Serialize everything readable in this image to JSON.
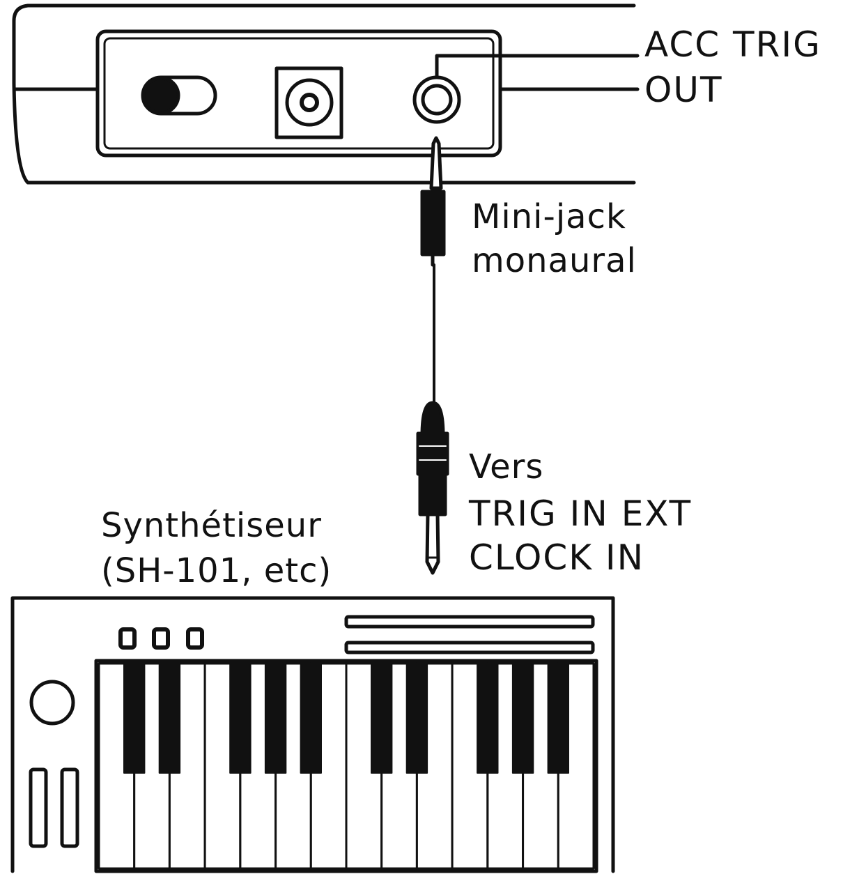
{
  "labels": {
    "acc_trig_line1": "ACC TRIG",
    "acc_trig_line2": "OUT",
    "cable_line1": "Mini-jack",
    "cable_line2": "monaural",
    "dest_line1": "Vers",
    "dest_line2": "TRIG IN EXT",
    "dest_line3": "CLOCK IN",
    "synth_line1": "Synthétiseur",
    "synth_line2": "(SH-101, etc)"
  },
  "colors": {
    "ink": "#111111",
    "paper": "#ffffff"
  },
  "keyboard": {
    "white_key_count": 14,
    "black_key_after_white": [
      0,
      1,
      3,
      4,
      5,
      7,
      8,
      10,
      11,
      12
    ]
  }
}
